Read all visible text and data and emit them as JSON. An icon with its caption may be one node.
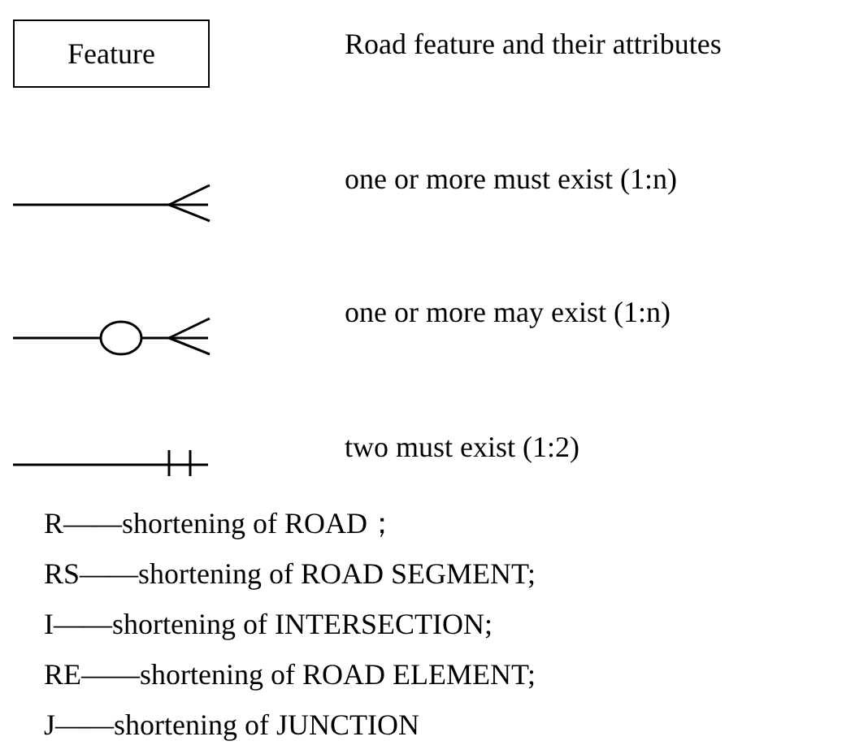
{
  "diagram": {
    "nodes": [
      {
        "text": [
          "Feature"
        ]
      }
    ],
    "legend": [
      {
        "text": "one or more must exist (1:n)"
      },
      {
        "text": "one or more may exist (1:n)"
      },
      {
        "text": "two must exist (1:2)"
      }
    ],
    "labels": [
      "Road feature and their attributes",
      "R——shortening of ROAD；",
      "RS——shortening of ROAD SEGMENT;",
      "I——shortening of INTERSECTION;",
      "RE——shortening of ROAD ELEMENT;",
      "J——shortening of JUNCTION"
    ]
  }
}
